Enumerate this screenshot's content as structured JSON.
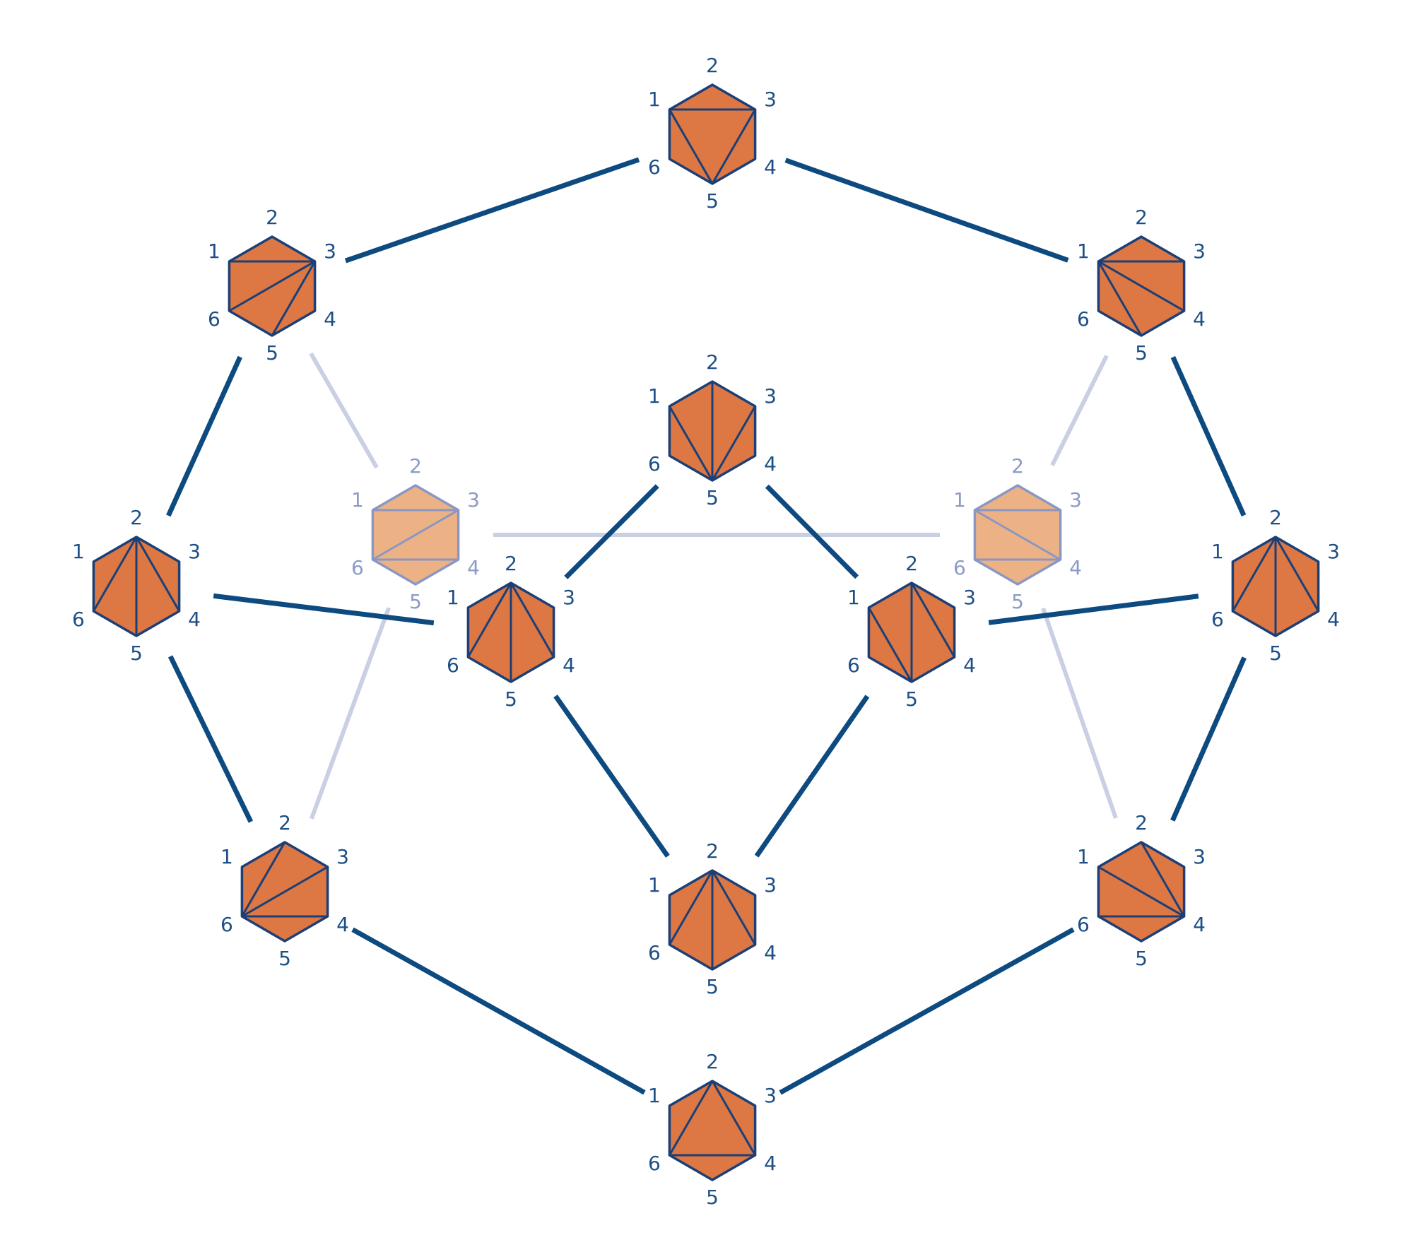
{
  "colors": {
    "edge": "#0d4a80",
    "edge_back": "#c9d0e3",
    "face": "#dd7743",
    "face_back": "#ecb285",
    "outline": "#1b3f76",
    "outline_back": "#8a97c2",
    "label": "#1d4f86",
    "label_back": "#8c9bc6"
  },
  "vertex_labels": [
    "1",
    "2",
    "3",
    "4",
    "5",
    "6"
  ],
  "nodes": [
    {
      "id": "n-top",
      "diagonals": [
        [
          1,
          3
        ],
        [
          1,
          5
        ],
        [
          3,
          5
        ]
      ],
      "back": false
    },
    {
      "id": "n-upper-left",
      "diagonals": [
        [
          1,
          3
        ],
        [
          3,
          6
        ],
        [
          3,
          5
        ]
      ],
      "back": false
    },
    {
      "id": "n-upper-right",
      "diagonals": [
        [
          1,
          3
        ],
        [
          1,
          4
        ],
        [
          1,
          5
        ]
      ],
      "back": false
    },
    {
      "id": "n-inner-top",
      "diagonals": [
        [
          1,
          5
        ],
        [
          2,
          5
        ],
        [
          3,
          5
        ]
      ],
      "back": false
    },
    {
      "id": "n-back-left",
      "diagonals": [
        [
          1,
          3
        ],
        [
          3,
          6
        ],
        [
          4,
          6
        ]
      ],
      "back": true
    },
    {
      "id": "n-back-right",
      "diagonals": [
        [
          1,
          3
        ],
        [
          1,
          4
        ],
        [
          4,
          6
        ]
      ],
      "back": true
    },
    {
      "id": "n-mid-left",
      "diagonals": [
        [
          2,
          6
        ],
        [
          2,
          5
        ],
        [
          2,
          4
        ]
      ],
      "back": false
    },
    {
      "id": "n-mid-right",
      "diagonals": [
        [
          2,
          6
        ],
        [
          2,
          5
        ],
        [
          2,
          4
        ]
      ],
      "back": false
    },
    {
      "id": "n-inner-left",
      "diagonals": [
        [
          2,
          6
        ],
        [
          2,
          5
        ],
        [
          2,
          4
        ]
      ],
      "back": false
    },
    {
      "id": "n-inner-right",
      "diagonals": [
        [
          1,
          5
        ],
        [
          2,
          5
        ],
        [
          2,
          4
        ]
      ],
      "back": false
    },
    {
      "id": "n-lower-left",
      "diagonals": [
        [
          2,
          6
        ],
        [
          3,
          6
        ],
        [
          4,
          6
        ]
      ],
      "back": false
    },
    {
      "id": "n-inner-bottom",
      "diagonals": [
        [
          2,
          6
        ],
        [
          2,
          5
        ],
        [
          2,
          4
        ]
      ],
      "back": false
    },
    {
      "id": "n-lower-right",
      "diagonals": [
        [
          1,
          4
        ],
        [
          2,
          4
        ],
        [
          4,
          6
        ]
      ],
      "back": false
    },
    {
      "id": "n-bottom",
      "diagonals": [
        [
          2,
          6
        ],
        [
          2,
          4
        ],
        [
          4,
          6
        ]
      ],
      "back": false
    }
  ],
  "edges": [
    {
      "from": "n-top",
      "to": "n-upper-left",
      "back": false
    },
    {
      "from": "n-top",
      "to": "n-upper-right",
      "back": false
    },
    {
      "from": "n-upper-left",
      "to": "n-mid-left",
      "back": false
    },
    {
      "from": "n-upper-right",
      "to": "n-mid-right",
      "back": false
    },
    {
      "from": "n-mid-left",
      "to": "n-lower-left",
      "back": false
    },
    {
      "from": "n-mid-right",
      "to": "n-lower-right",
      "back": false
    },
    {
      "from": "n-lower-left",
      "to": "n-bottom",
      "back": false
    },
    {
      "from": "n-lower-right",
      "to": "n-bottom",
      "back": false
    },
    {
      "from": "n-mid-left",
      "to": "n-inner-left",
      "back": false
    },
    {
      "from": "n-mid-right",
      "to": "n-inner-right",
      "back": false
    },
    {
      "from": "n-inner-top",
      "to": "n-inner-left",
      "back": false
    },
    {
      "from": "n-inner-top",
      "to": "n-inner-right",
      "back": false
    },
    {
      "from": "n-inner-left",
      "to": "n-inner-bottom",
      "back": false
    },
    {
      "from": "n-inner-right",
      "to": "n-inner-bottom",
      "back": false
    },
    {
      "from": "n-upper-left",
      "to": "n-back-left",
      "back": true
    },
    {
      "from": "n-upper-right",
      "to": "n-back-right",
      "back": true
    },
    {
      "from": "n-back-left",
      "to": "n-back-right",
      "back": true
    },
    {
      "from": "n-back-left",
      "to": "n-lower-left",
      "back": true
    },
    {
      "from": "n-back-right",
      "to": "n-lower-right",
      "back": true
    }
  ]
}
